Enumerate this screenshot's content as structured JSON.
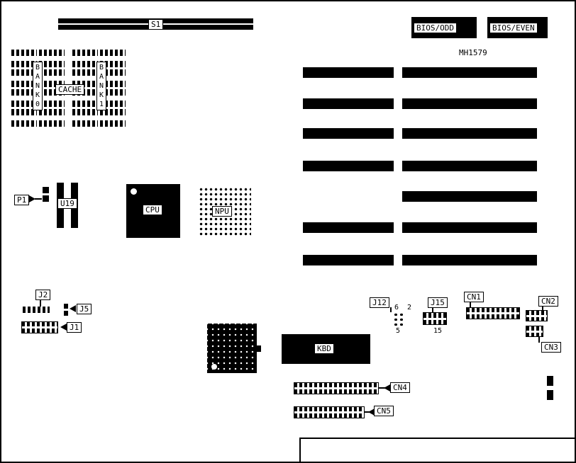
{
  "part_number": "MH1579",
  "labels": {
    "s1": "S1",
    "bios_odd": "BIOS/ODD",
    "bios_even": "BIOS/EVEN",
    "bank0": "BANK0",
    "bank1": "BANK1",
    "cache": "CACHE",
    "p1": "P1",
    "u19": "U19",
    "cpu": "CPU",
    "npu": "NPU",
    "j1": "J1",
    "j2": "J2",
    "j5": "J5",
    "j12": "J12",
    "j15": "J15",
    "cn1": "CN1",
    "cn2": "CN2",
    "cn3": "CN3",
    "cn4": "CN4",
    "cn5": "CN5",
    "kbd": "KBD"
  },
  "pins": {
    "j12_top": "6 2",
    "j12_bottom": "5",
    "j15_bottom": "15"
  }
}
